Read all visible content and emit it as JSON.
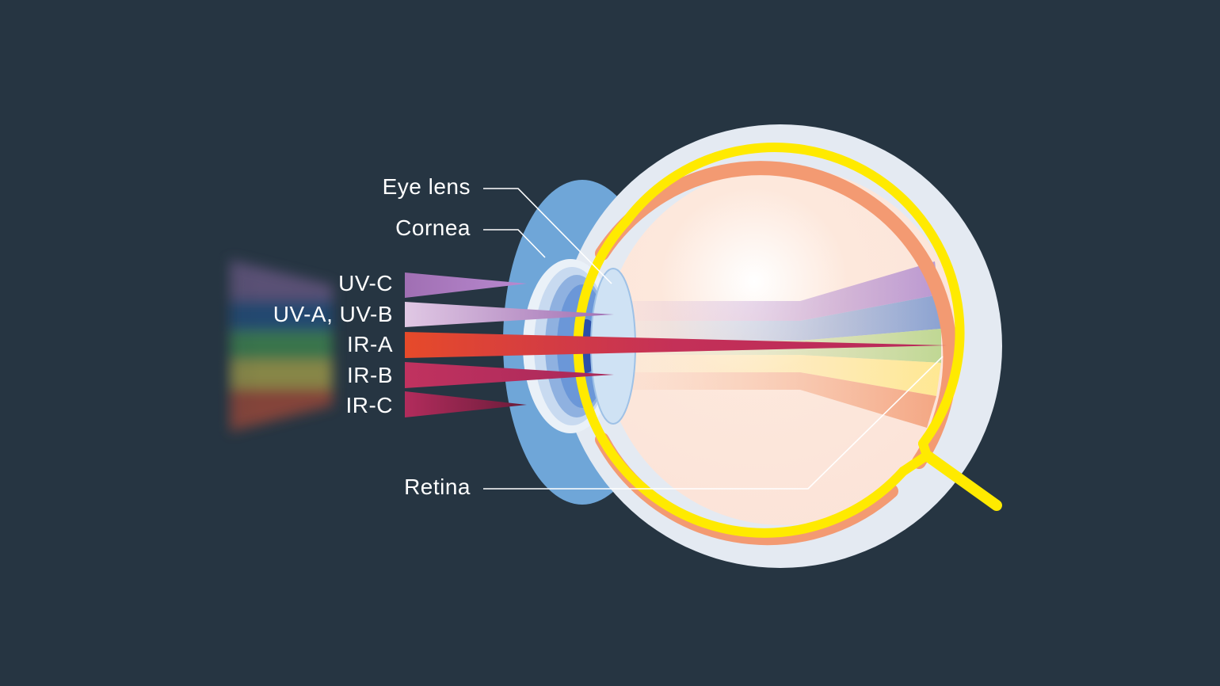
{
  "colors": {
    "background": "#263542",
    "sclera": "#e4eaf2",
    "choroid": "#f39a72",
    "retina": "#ffea00",
    "cornea": "#7fb0de",
    "lens": "#cfe2f4",
    "iris": "#6b97d8",
    "pupil": "#2b4fa8"
  },
  "labels": {
    "eye_lens": "Eye lens",
    "cornea": "Cornea",
    "retina": "Retina"
  },
  "bands": [
    {
      "name": "UV-C",
      "color": "#a06fb3"
    },
    {
      "name": "UV-A, UV-B",
      "color": "#d8b9dc"
    },
    {
      "name": "IR-A",
      "color": "#e2452f"
    },
    {
      "name": "IR-B",
      "color": "#c0325f"
    },
    {
      "name": "IR-C",
      "color": "#b02c5a"
    }
  ]
}
